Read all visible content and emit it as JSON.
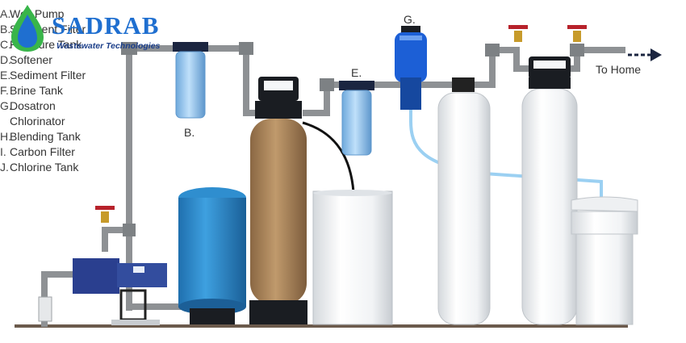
{
  "brand": {
    "name": "SADRAB",
    "tagline": "Wastewater Technologies",
    "color": "#1f6fd0"
  },
  "legend": [
    {
      "letter": "A.",
      "text": "Well Pump"
    },
    {
      "letter": "B.",
      "text": "Sediment Filter"
    },
    {
      "letter": "C.",
      "text": "Pressure Tank"
    },
    {
      "letter": "D.",
      "text": "Softener"
    },
    {
      "letter": "E.",
      "text": "Sediment Filter"
    },
    {
      "letter": "F.",
      "text": "Brine Tank"
    },
    {
      "letter": "G.",
      "text": "Dosatron"
    },
    {
      "letter": "",
      "text": "Chlorinator"
    },
    {
      "letter": "H.",
      "text": "Blending Tank"
    },
    {
      "letter": "I.",
      "text": "Carbon Filter"
    },
    {
      "letter": "J.",
      "text": "Chlorine Tank"
    }
  ],
  "labels": {
    "b": "B.",
    "e": "E.",
    "g": "G.",
    "to_home": "To Home"
  },
  "colors": {
    "pipe": "#8e9194",
    "pump": "#2a3f8f",
    "pressure_tank": "#2f8ecf",
    "softener": "#b08a5f",
    "dosatron": "#1c5fd6",
    "filter_housing": "#7fb6e6"
  }
}
